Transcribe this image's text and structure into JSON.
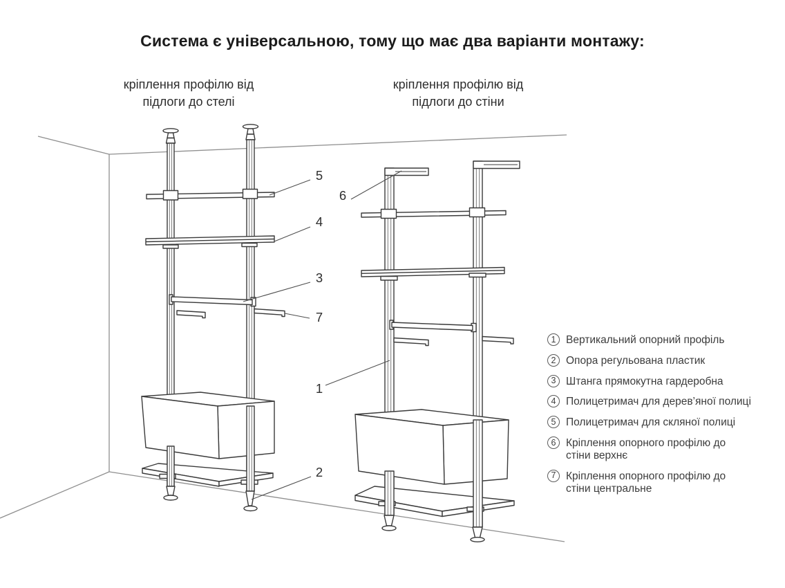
{
  "title": "Система є універсальною, тому що має два варіанти монтажу:",
  "diagram": {
    "variant_left": {
      "label_line1": "кріплення профілю від",
      "label_line2": "підлоги до стелі"
    },
    "variant_right": {
      "label_line1": "кріплення профілю від",
      "label_line2": "підлоги до стіни"
    },
    "callouts": [
      {
        "num": "5"
      },
      {
        "num": "4"
      },
      {
        "num": "3"
      },
      {
        "num": "7"
      },
      {
        "num": "6"
      },
      {
        "num": "1"
      },
      {
        "num": "2"
      }
    ]
  },
  "legend": {
    "items": [
      {
        "num": "1",
        "line1": "Вертикальний опорний профіль",
        "line2": ""
      },
      {
        "num": "2",
        "line1": "Опора регульована пластик",
        "line2": ""
      },
      {
        "num": "3",
        "line1": "Штанга прямокутна гардеробна",
        "line2": ""
      },
      {
        "num": "4",
        "line1": "Полицетримач для дерев’яної полиці",
        "line2": ""
      },
      {
        "num": "5",
        "line1": "Полицетримач для скляної полиці",
        "line2": ""
      },
      {
        "num": "6",
        "line1": "Кріплення опорного профілю до",
        "line2": "стіни верхнє"
      },
      {
        "num": "7",
        "line1": "Кріплення опорного профілю до",
        "line2": "стіни центральне"
      }
    ]
  },
  "colors": {
    "line_art": "#3a3a3a",
    "room_lines": "#8f8f8f",
    "text": "#3c3c3c",
    "title_text": "#1b1b1b",
    "background": "#ffffff"
  }
}
